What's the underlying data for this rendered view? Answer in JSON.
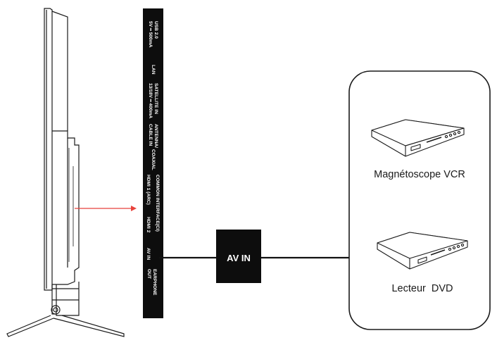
{
  "tv_panel": {
    "ports": [
      {
        "label": "USB 2.0",
        "sublabel": "5V ━ 500mA"
      },
      {
        "label": "LAN",
        "sublabel": ""
      },
      {
        "label": "SATELLITE IN",
        "sublabel": "13/18V ━ 400mA"
      },
      {
        "label": "ANTENNA/",
        "sublabel": "CABLE IN"
      },
      {
        "label": "COAXIAL",
        "sublabel": ""
      },
      {
        "label": "COMMON INTERFACE(CI)",
        "sublabel": "HDMI 1 (ARC)"
      },
      {
        "label": "HDMI 2",
        "sublabel": ""
      },
      {
        "label": "AV IN",
        "sublabel": ""
      },
      {
        "label": "EARPHONE",
        "sublabel": "OUT"
      }
    ]
  },
  "connector": {
    "label": "AV IN"
  },
  "devices": [
    {
      "name": "vcr",
      "caption": "Magnétoscope VCR"
    },
    {
      "name": "dvd",
      "caption": "Lecteur  DVD"
    }
  ],
  "colors": {
    "panel": "#0d0d0d",
    "pointer_arrow": "#e8423c",
    "cable": "#111111",
    "outline": "#1a1a1a"
  }
}
